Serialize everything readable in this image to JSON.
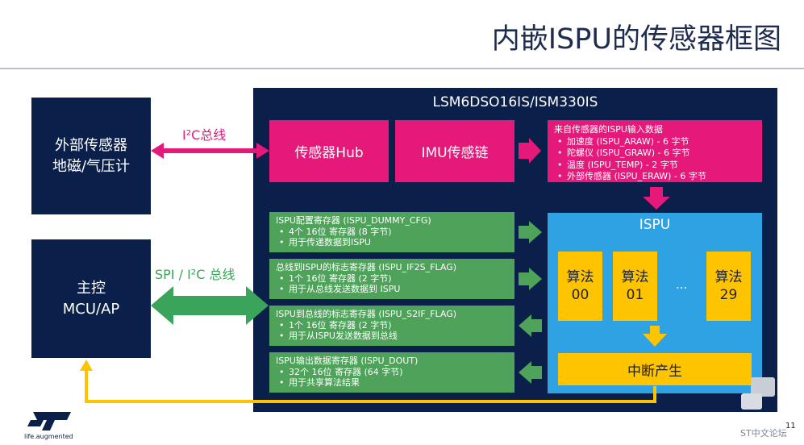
{
  "title": "内嵌ISPU的传感器框图",
  "external_sensor": {
    "line1": "外部传感器",
    "line2": "地磁/气压计"
  },
  "mcu": {
    "line1": "主控",
    "line2": "MCU/AP"
  },
  "i2c_label": "I²C总线",
  "spi_label": "SPI / I²C 总线",
  "chip": {
    "title": "LSM6DSO16IS/ISM330IS",
    "hub": "传感器Hub",
    "imu": "IMU传感链",
    "inputs": {
      "heading": "来自传感器的ISPU输入数据",
      "items": [
        "加速度 (ISPU_ARAW) - 6 字节",
        "陀螺仪 (ISPU_GRAW) - 6 字节",
        "温度 (ISPU_TEMP) - 2 字节",
        "外部传感器 (ISPU_ERAW) - 6 字节"
      ]
    },
    "registers": [
      {
        "title": "ISPU配置寄存器 (ISPU_DUMMY_CFG)",
        "items": [
          "4个 16位 寄存器 (8 字节)",
          "用于传递数据到ISPU"
        ]
      },
      {
        "title": "总线到ISPU的标志寄存器 (ISPU_IF2S_FLAG)",
        "items": [
          "1个 16位 寄存器 (2 字节)",
          "用于从总线发送数据到 ISPU"
        ]
      },
      {
        "title": "ISPU到总线的标志寄存器 (ISPU_S2IF_FLAG)",
        "items": [
          "1个 16位 寄存器 (2 字节)",
          "用于从ISPU发送数据到总线"
        ]
      },
      {
        "title": "ISPU输出数据寄存器 (ISPU_DOUT)",
        "items": [
          "32个 16位 寄存器 (64 字节)",
          "用于共享算法结果"
        ]
      }
    ],
    "ispu": {
      "label": "ISPU",
      "algorithms": [
        {
          "name": "算法",
          "num": "00"
        },
        {
          "name": "算法",
          "num": "01"
        },
        {
          "name": "算法",
          "num": "29"
        }
      ],
      "ellipsis": "...",
      "interrupt": "中断产生"
    }
  },
  "logo": {
    "tagline": "life.augmented"
  },
  "page_number": "11",
  "watermark": "ST中文论坛",
  "colors": {
    "navy": "#0b1f4b",
    "pink": "#e4197a",
    "green": "#4ea25a",
    "ispu_blue": "#2fa2e4",
    "yellow": "#ffc400"
  }
}
